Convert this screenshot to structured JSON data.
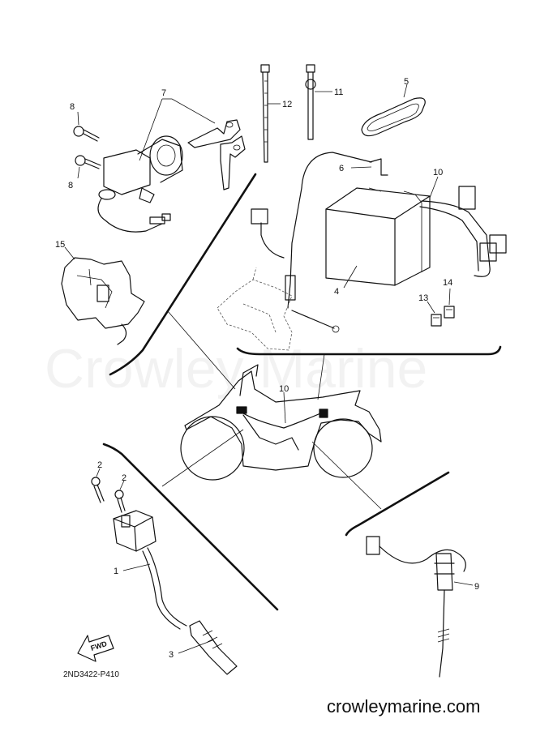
{
  "watermark": "Crowley Marine",
  "website": "crowleymarine.com",
  "drawing_code": "2ND3422-P410",
  "fwd_label": "FWD",
  "callouts": {
    "c1": "1",
    "c2a": "2",
    "c2b": "2",
    "c3": "3",
    "c4": "4",
    "c5": "5",
    "c6": "6",
    "c7": "7",
    "c8a": "8",
    "c8b": "8",
    "c9": "9",
    "c10a": "10",
    "c10b": "10",
    "c11": "11",
    "c12": "12",
    "c13": "13",
    "c14": "14",
    "c15": "15"
  }
}
